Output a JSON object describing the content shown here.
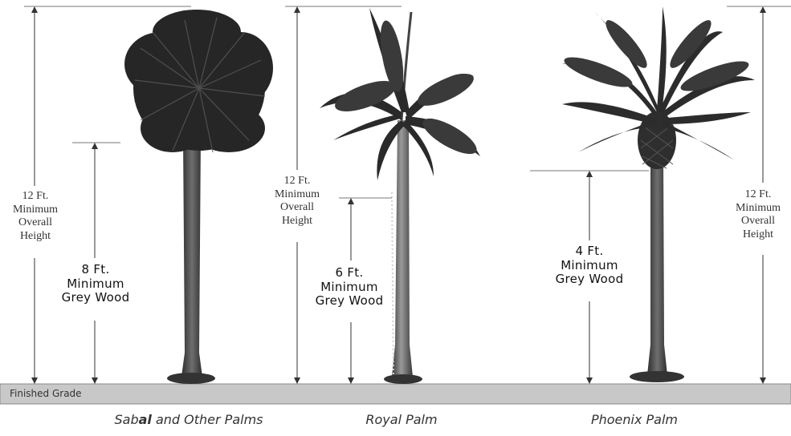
{
  "grade_label": "Finished Grade",
  "palms": [
    {
      "caption_pre": "Sab",
      "caption_bold": "al",
      "caption_post": " and Other Palms",
      "overall_height": "12 Ft.\nMinimum\nOverall\nHeight",
      "grey_wood": "8 Ft.\nMinimum\nGrey Wood"
    },
    {
      "caption": "Royal Palm",
      "overall_height": "12 Ft.\nMinimum\nOverall\nHeight",
      "grey_wood": "6 Ft.\nMinimum\nGrey Wood"
    },
    {
      "caption": "Phoenix Palm",
      "overall_height": "12 Ft.\nMinimum\nOverall\nHeight",
      "grey_wood": "4 Ft.\nMinimum\nGrey Wood"
    }
  ],
  "colors": {
    "ground": "#c8c8c8",
    "trunk": "#555555",
    "foliage": "#2b2b2b",
    "dimension_line": "#333333"
  }
}
